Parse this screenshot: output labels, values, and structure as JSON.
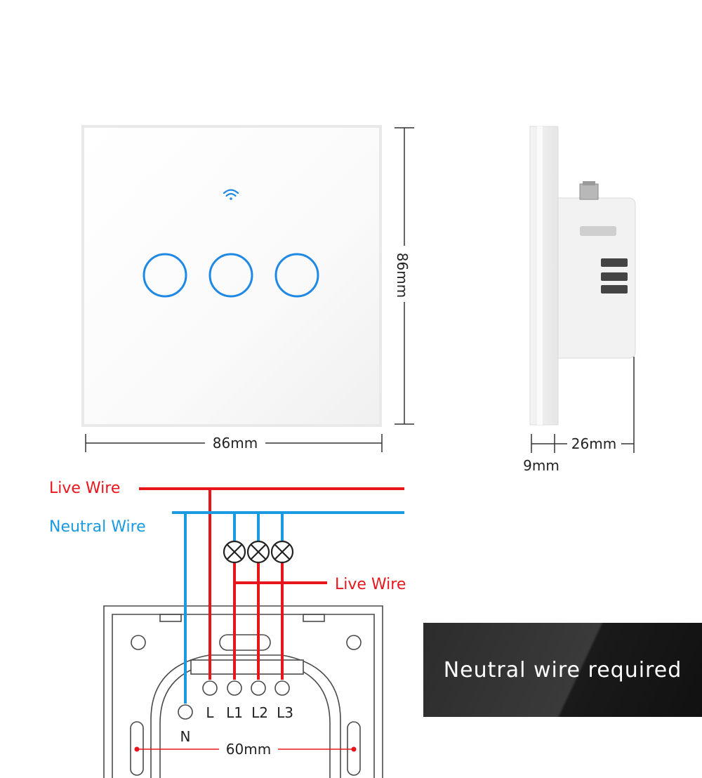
{
  "dimensions": {
    "panel_width": "86mm",
    "panel_height": "86mm",
    "total_depth": "26mm",
    "panel_depth": "9mm",
    "mount_spacing": "60mm"
  },
  "wiring": {
    "live_wire_label": "Live Wire",
    "neutral_wire_label": "Neutral Wire",
    "load_live_wire_label": "Live Wire",
    "terminals": [
      "N",
      "L",
      "L1",
      "L2",
      "L3"
    ]
  },
  "banner": {
    "text": "Neutral wire required"
  },
  "colors": {
    "live": "#e8161c",
    "neutral": "#1a9ae0",
    "touch_ring": "#1e88e5",
    "banner_bg": "#2e2e2e"
  },
  "icons": {
    "wifi": "wifi-icon",
    "lamp": "lamp-icon"
  }
}
